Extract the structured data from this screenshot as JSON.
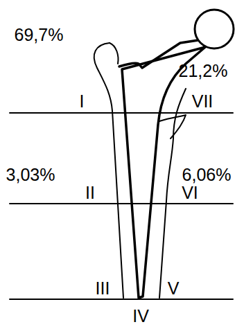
{
  "diagram": {
    "labels": [
      "69,7%",
      "21,2%",
      "I",
      "VII",
      "3,03%",
      "6,06%",
      "II",
      "VI",
      "III",
      "V",
      "IV"
    ]
  }
}
